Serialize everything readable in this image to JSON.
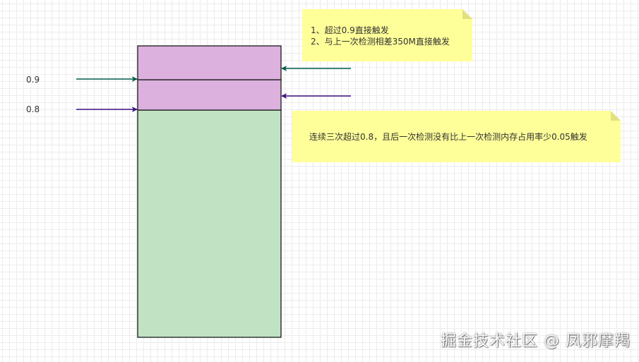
{
  "labels": {
    "threshold_high": "0.9",
    "threshold_low": "0.8"
  },
  "notes": {
    "top": {
      "line1": "1、超过0.9直接触发",
      "line2": "2、与上一次检测相差350M直接触发"
    },
    "bottom": {
      "line1": "连续三次超过0.8，且后一次检测没有比上一次检测内存占用率少0.05触发"
    }
  },
  "watermark": "掘金技术社区 @ 凤邪摩羯",
  "colors": {
    "memory_fill": "#c1e3c3",
    "danger_fill": "#dcb1de",
    "note_fill": "#ffff99",
    "note_fold": "#e1e17f",
    "arrow_teal": "#005c4a",
    "arrow_purple": "#3b0f80",
    "outline": "#1a1a1a"
  }
}
